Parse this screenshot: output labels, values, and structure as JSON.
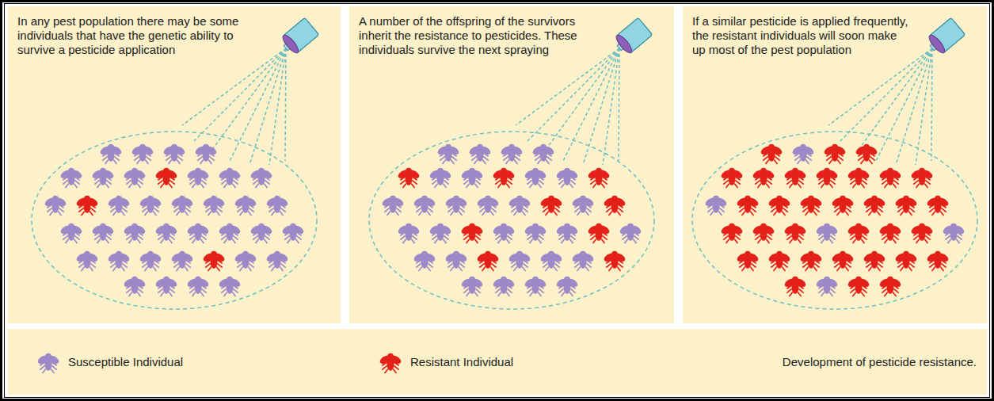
{
  "diagram": {
    "caption": "Development of pesticide resistance.",
    "nodes": [
      {
        "text": [
          "In any pest population there may be some individuals that have the genetic ability to survive a pesticide application"
        ]
      },
      {
        "text": [
          "A number of the offspring of the survivors inherit the resistance to pesticides. These individuals survive the next spraying"
        ]
      },
      {
        "text": [
          "If a similar pesticide is applied frequently, the resistant individuals will soon make up most of the pest population"
        ]
      }
    ],
    "legend": [
      {
        "text": "Susceptible Individual"
      },
      {
        "text": "Resistant Individual"
      }
    ]
  }
}
